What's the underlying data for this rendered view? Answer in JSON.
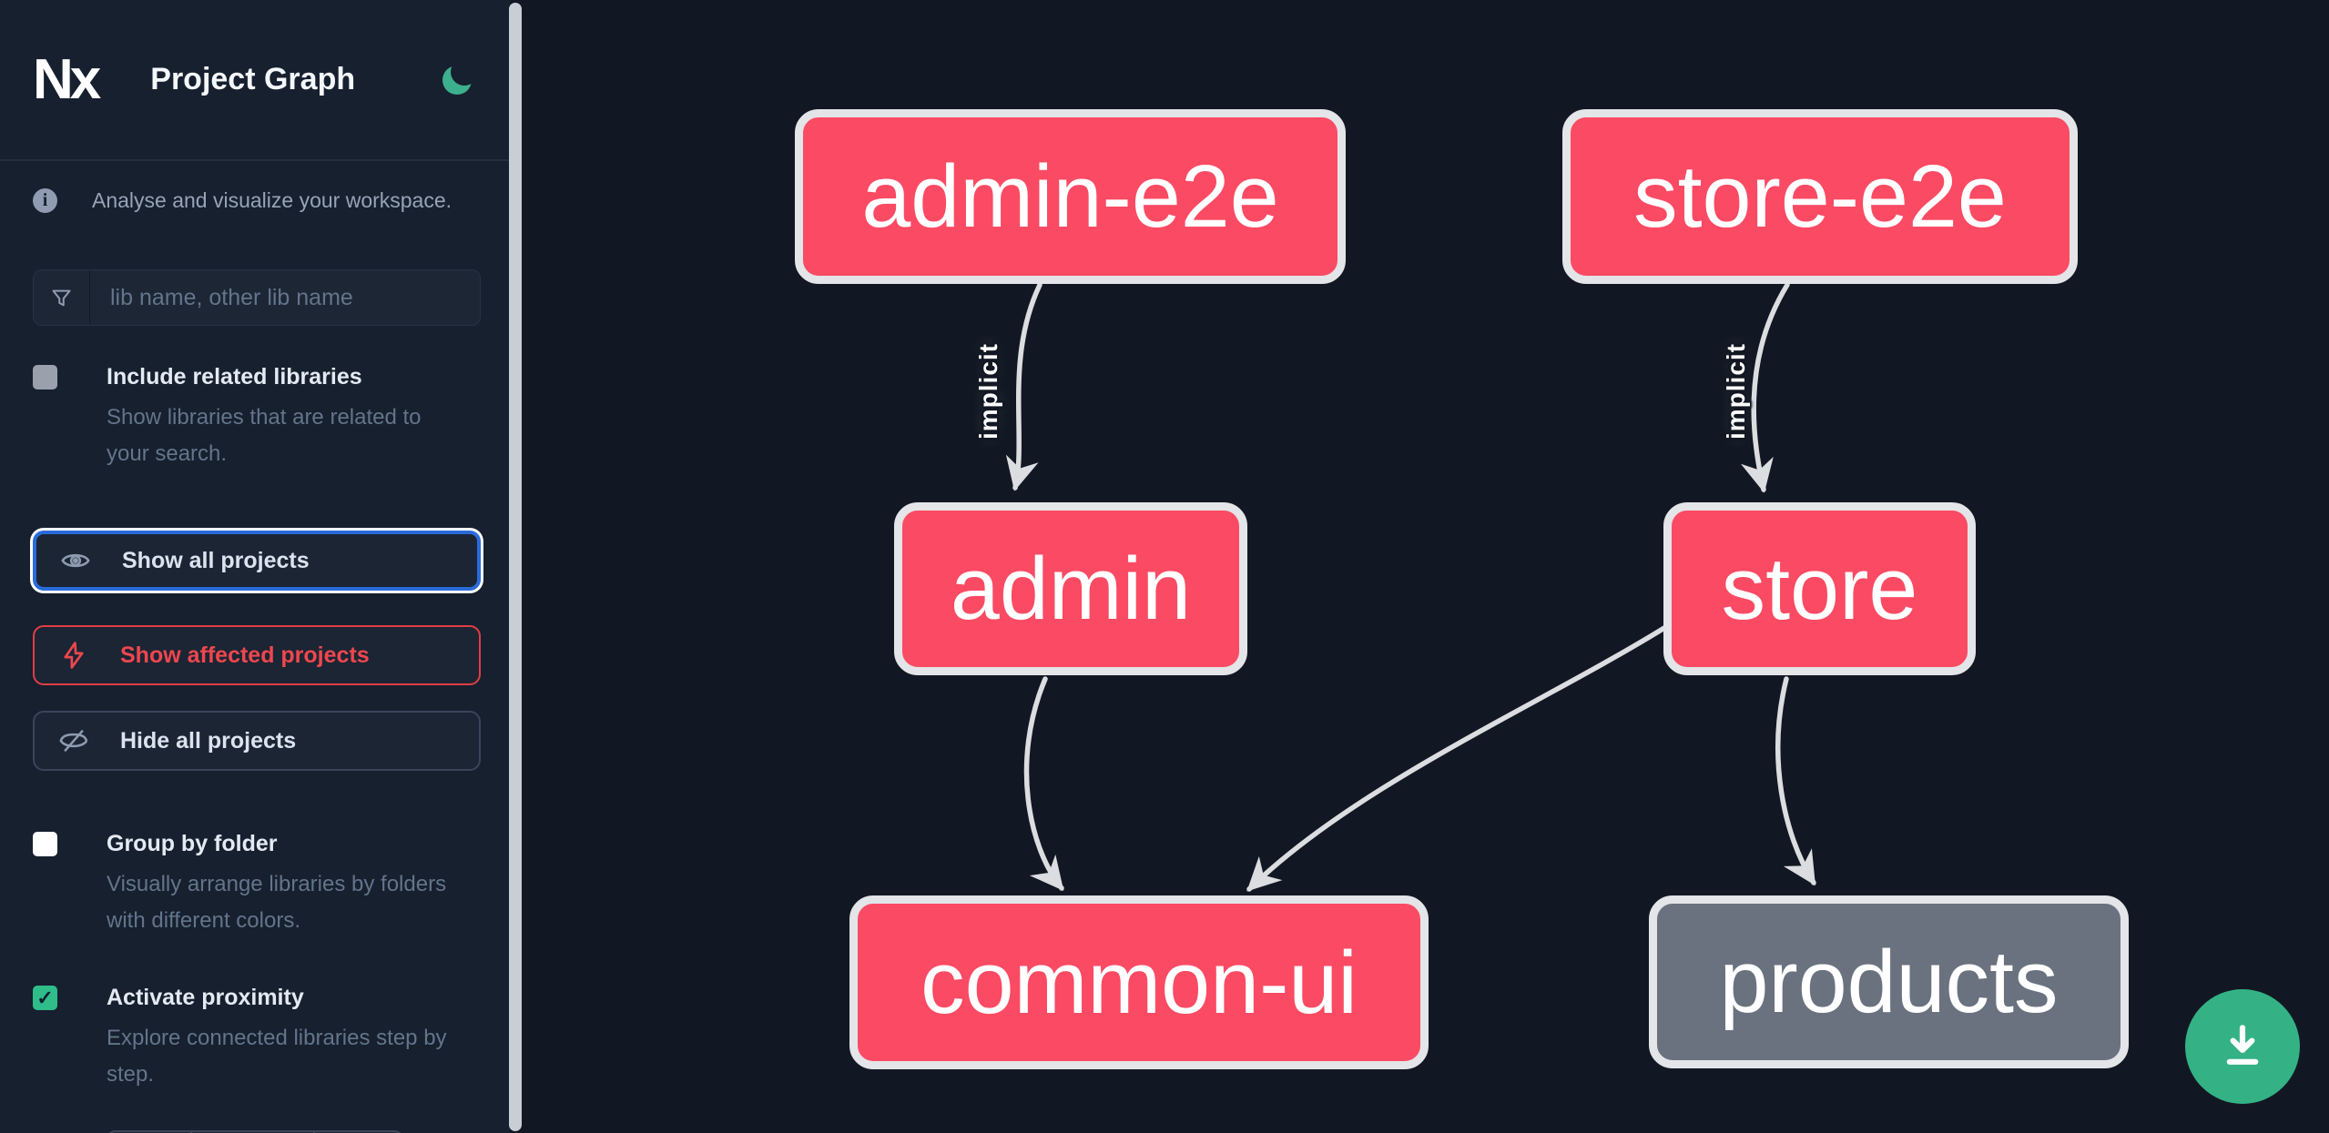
{
  "header": {
    "logo_text": "Nx",
    "title": "Project Graph",
    "theme_icon": "moon-icon"
  },
  "sidebar": {
    "info_text": "Analyse and visualize your workspace.",
    "search": {
      "placeholder": "lib name, other lib name",
      "value": "",
      "icon": "filter-funnel-icon"
    },
    "checkboxes": [
      {
        "label": "Include related libraries",
        "description": "Show libraries that are related to your search.",
        "checked": false
      },
      {
        "label": "Group by folder",
        "description": "Visually arrange libraries by folders with different colors.",
        "checked": false
      },
      {
        "label": "Activate proximity",
        "description": "Explore connected libraries step by step.",
        "checked": true,
        "checkmark": "✓"
      }
    ],
    "actions": [
      {
        "label": "Show all projects",
        "icon": "eye-icon",
        "state": "focused"
      },
      {
        "label": "Show affected projects",
        "icon": "lightning-bolt-icon",
        "state": "affected"
      },
      {
        "label": "Hide all projects",
        "icon": "eye-off-icon",
        "state": "default"
      }
    ]
  },
  "graph": {
    "nodes": [
      {
        "id": "admin-e2e",
        "label": "admin-e2e",
        "color": "pink"
      },
      {
        "id": "store-e2e",
        "label": "store-e2e",
        "color": "pink"
      },
      {
        "id": "admin",
        "label": "admin",
        "color": "pink"
      },
      {
        "id": "store",
        "label": "store",
        "color": "pink"
      },
      {
        "id": "common-ui",
        "label": "common-ui",
        "color": "pink"
      },
      {
        "id": "products",
        "label": "products",
        "color": "gray"
      }
    ],
    "edges": [
      {
        "source": "admin-e2e",
        "target": "admin",
        "label": "implicit"
      },
      {
        "source": "store-e2e",
        "target": "store",
        "label": "implicit"
      },
      {
        "source": "admin",
        "target": "common-ui",
        "label": ""
      },
      {
        "source": "store",
        "target": "common-ui",
        "label": ""
      },
      {
        "source": "store",
        "target": "products",
        "label": ""
      }
    ],
    "fab_icon": "download-icon"
  },
  "colors": {
    "canvas_bg": "#121823",
    "sidebar_bg": "#16202e",
    "node_pink": "#fb4a63",
    "node_gray": "#6a7280",
    "node_border": "#e3e5e8",
    "edge": "#dcdde0",
    "focus_blue": "#2a6bdb",
    "affected_red": "#ef464d",
    "moon_green": "#3cb08d",
    "checkbox_green": "#2fbd8a",
    "fab_green": "#34b285"
  }
}
